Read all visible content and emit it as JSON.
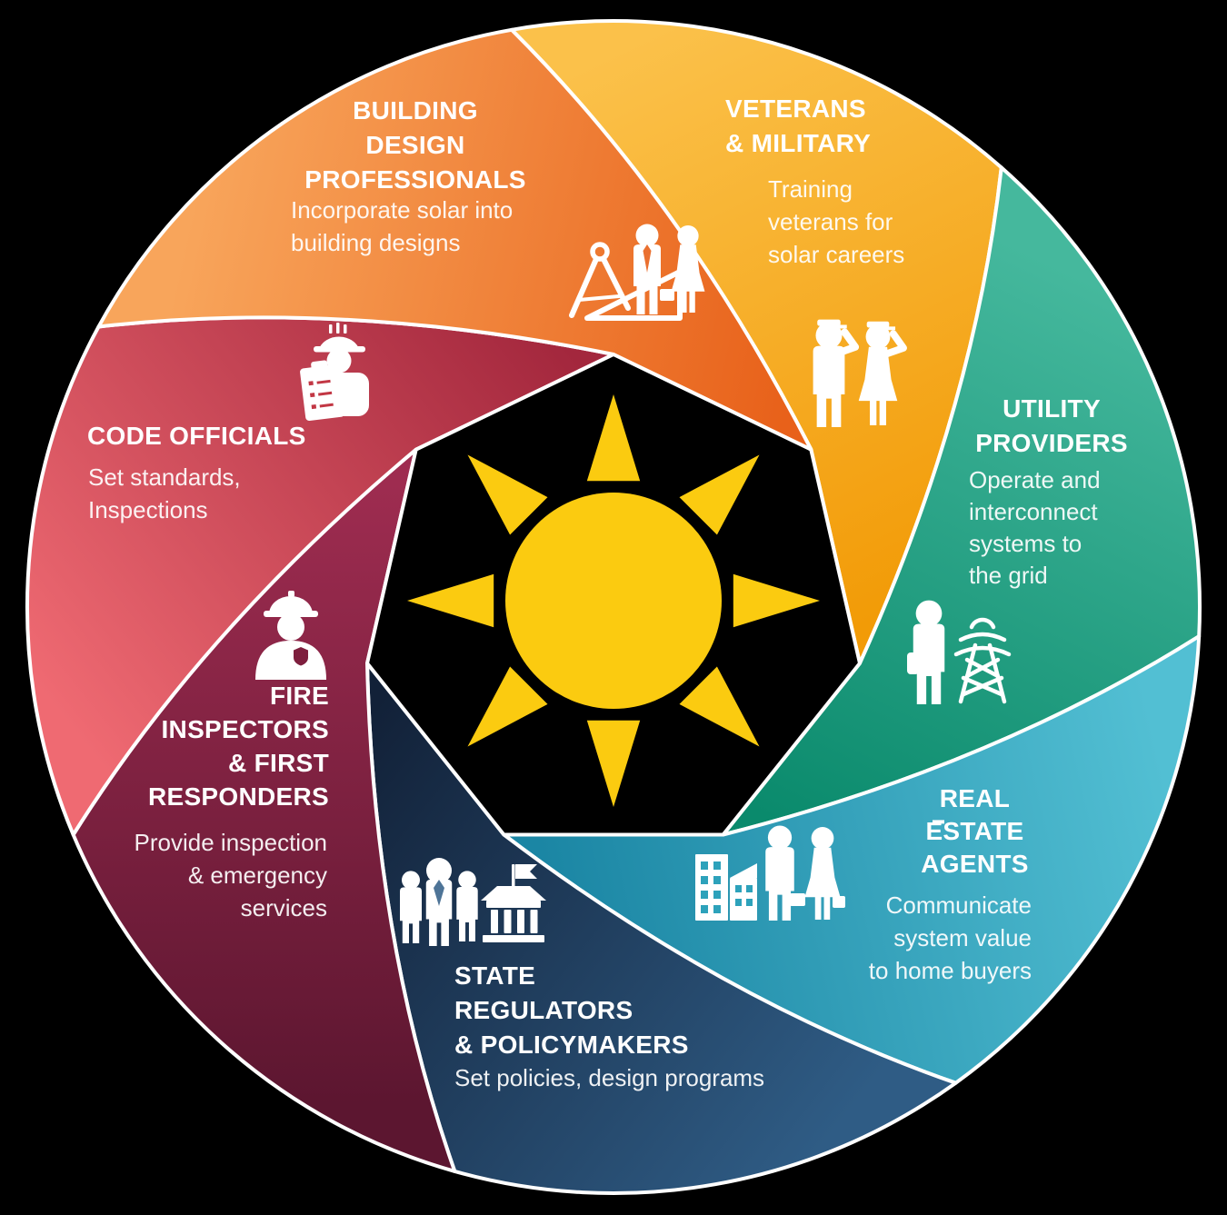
{
  "background": "#000000",
  "divider_color": "#ffffff",
  "center": {
    "shape": "heptagon",
    "fill": "#000000",
    "sun_color": "#FBCB10",
    "icon": "sun-icon"
  },
  "segments": [
    {
      "id": "veterans-military",
      "heading": "VETERANS\n& MILITARY",
      "body": "Training\nveterans for\nsolar careers",
      "color_start": "#FBC14A",
      "color_end": "#F29B07",
      "icon": "saluting-veterans-icon"
    },
    {
      "id": "utility-providers",
      "heading": "UTILITY\nPROVIDERS",
      "body": "Operate and\ninterconnect\nsystems to\nthe grid",
      "color_start": "#45B89D",
      "color_end": "#0A8A6C",
      "icon": "utility-worker-and-tower-icon"
    },
    {
      "id": "real-estate-agents",
      "heading": "REAL\nESTATE\nAGENTS",
      "body": "Communicate\nsystem value\nto home buyers",
      "color_start": "#52BFD3",
      "color_end": "#1B86A4",
      "icon_cutout": "#2DA2BB",
      "icon": "buildings-and-agents-icon"
    },
    {
      "id": "state-regulators-policymakers",
      "heading": "STATE\nREGULATORS\n& POLICYMAKERS",
      "body": "Set policies, design programs",
      "color_start": "#2F5C85",
      "color_end": "#122138",
      "icon": "officials-and-capitol-icon"
    },
    {
      "id": "fire-inspectors-first-responders",
      "heading": "FIRE\nINSPECTORS\n& FIRST\nRESPONDERS",
      "body": "Provide inspection\n& emergency\nservices",
      "color_start": "#5C1630",
      "color_end": "#9E2C50",
      "icon_cutout": "#7E1F3E",
      "icon": "fire-inspector-icon"
    },
    {
      "id": "code-officials",
      "heading": "CODE OFFICIALS",
      "body": "Set standards,\nInspections",
      "color_start": "#EF6A72",
      "color_end": "#A3273D",
      "icon_cutout": "#C23744",
      "icon": "code-official-clipboard-icon"
    },
    {
      "id": "building-design-professionals",
      "heading": "BUILDING\nDESIGN\nPROFESSIONALS",
      "body": "Incorporate solar into\nbuilding designs",
      "color_start": "#F8A55B",
      "color_end": "#E8611A",
      "icon": "drafting-tools-and-professionals-icon"
    }
  ]
}
